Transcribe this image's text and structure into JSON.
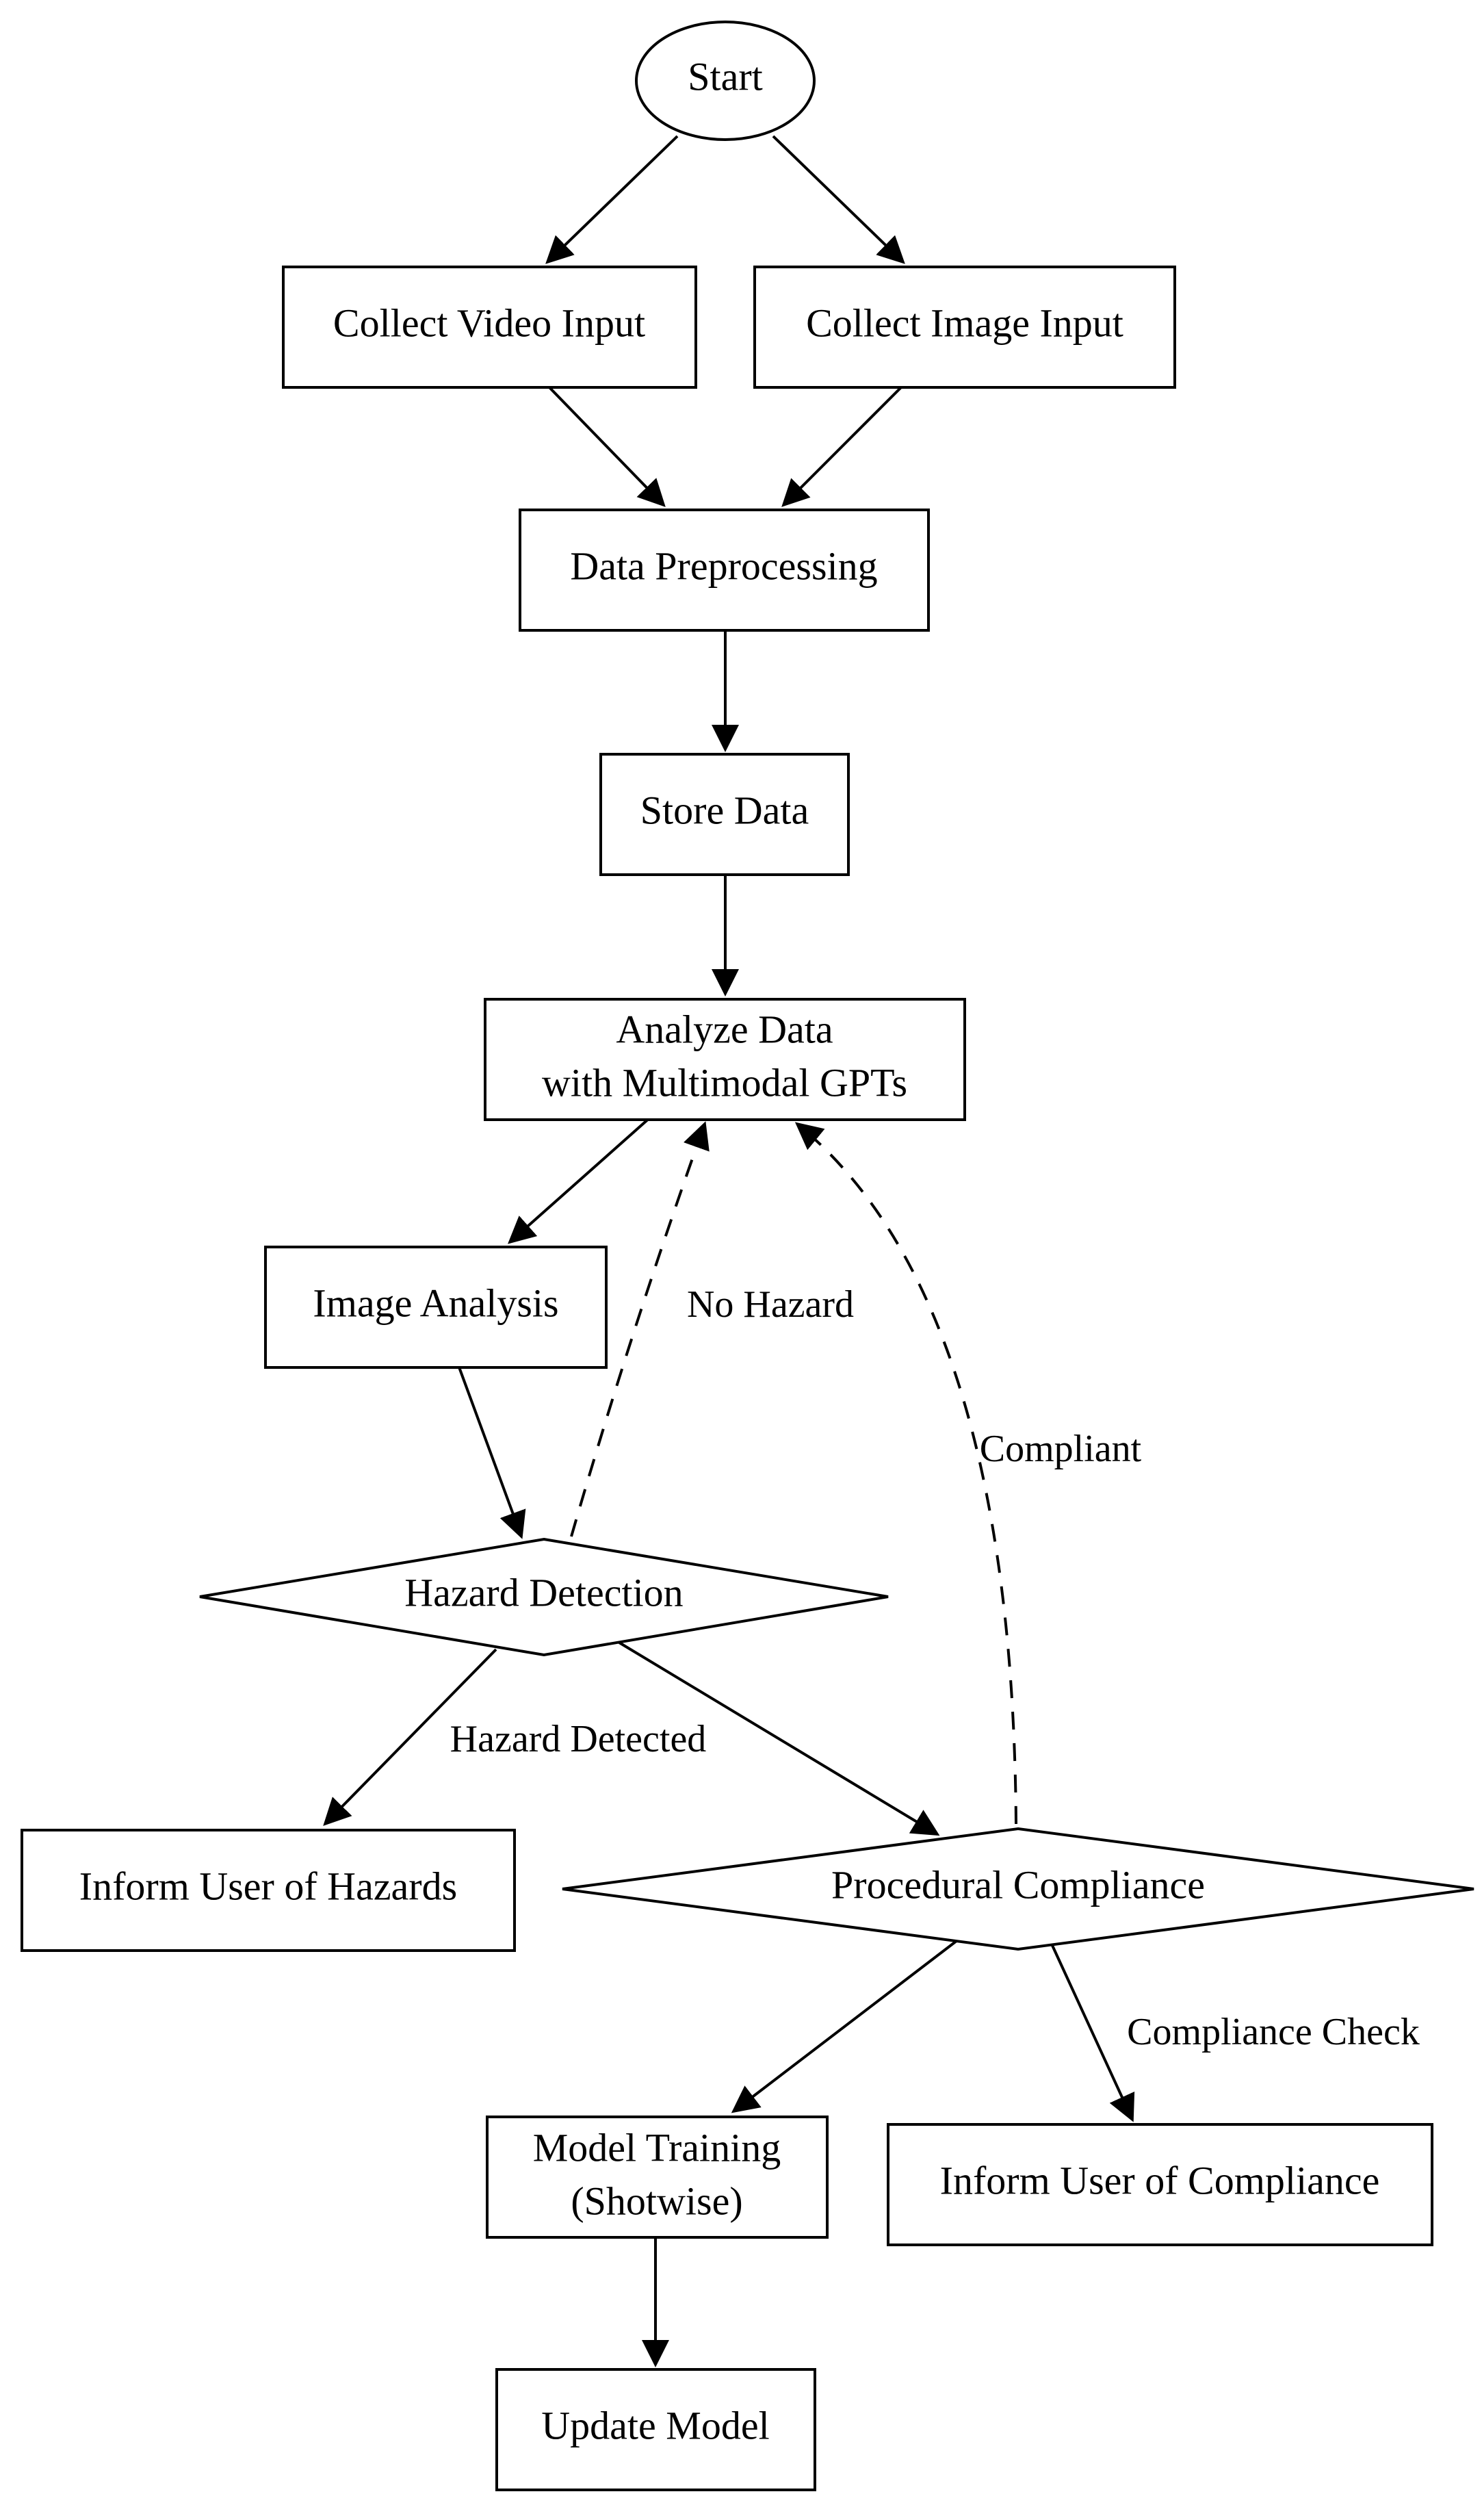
{
  "nodes": {
    "start": "Start",
    "collect_video": "Collect Video Input",
    "collect_image": "Collect Image Input",
    "preprocessing": "Data Preprocessing",
    "store": "Store Data",
    "analyze_line1": "Analyze Data",
    "analyze_line2": "with Multimodal GPTs",
    "image_analysis": "Image Analysis",
    "hazard_detection": "Hazard Detection",
    "inform_hazards": "Inform User of Hazards",
    "procedural_compliance": "Procedural Compliance",
    "model_training_line1": "Model Training",
    "model_training_line2": "(Shotwise)",
    "inform_compliance": "Inform User of Compliance",
    "update_model": "Update Model"
  },
  "edges": {
    "no_hazard": "No Hazard",
    "compliant": "Compliant",
    "hazard_detected": "Hazard Detected",
    "compliance_check": "Compliance Check"
  }
}
